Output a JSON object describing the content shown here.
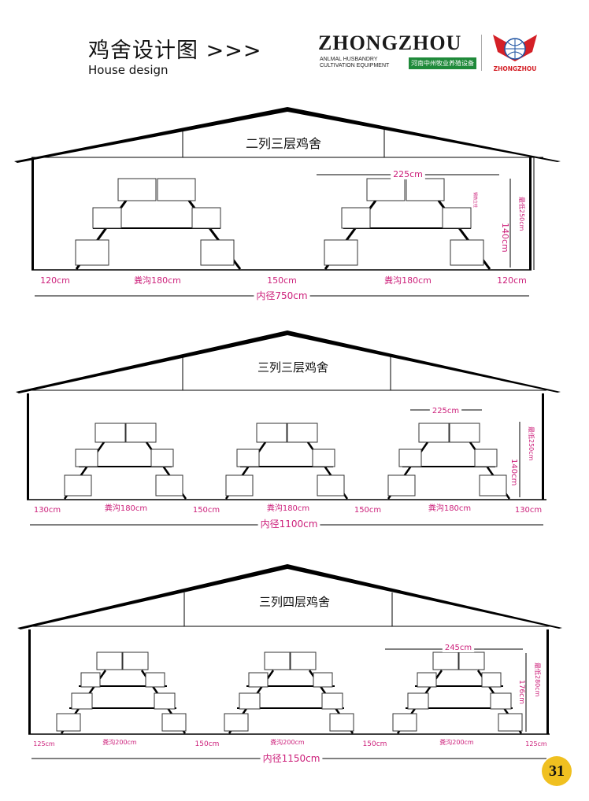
{
  "header": {
    "title": "鸡舍设计图 >>>",
    "subtitle": "House design"
  },
  "brand": {
    "name": "ZHONGZHOU",
    "line1": "ANLMAL HUSBANDRY",
    "line2": "CULTIVATION EQUIPMENT",
    "badge": "河南中州牧业养殖设备",
    "logo_text": "ZHONGZHOU"
  },
  "houses": [
    {
      "title": "二列三层鸡舍",
      "top_width": "225cm",
      "height": "140cm",
      "min_height": "最低250cm",
      "inner_note": "钢筋立柱",
      "aisle_left": "120cm",
      "ditch": [
        "粪沟180cm",
        "粪沟180cm"
      ],
      "aisle_mid": [
        "150cm"
      ],
      "aisle_right": "120cm",
      "inner_width": "内径750cm"
    },
    {
      "title": "三列三层鸡舍",
      "top_width": "225cm",
      "height": "140cm",
      "min_height": "最低250cm",
      "aisle_left": "130cm",
      "ditch": [
        "粪沟180cm",
        "粪沟180cm",
        "粪沟180cm"
      ],
      "aisle_mid": [
        "150cm",
        "150cm"
      ],
      "aisle_right": "130cm",
      "inner_width": "内径1100cm"
    },
    {
      "title": "三列四层鸡舍",
      "top_width": "245cm",
      "height": "176cm",
      "min_height": "最低280cm",
      "aisle_left": "125cm",
      "ditch": [
        "粪沟200cm",
        "粪沟200cm",
        "粪沟200cm"
      ],
      "aisle_mid": [
        "150cm",
        "150cm"
      ],
      "aisle_right": "125cm",
      "inner_width": "内径1150cm"
    }
  ],
  "page_number": "31",
  "colors": {
    "accent": "#cc1f7a",
    "badge": "#1f8a3a",
    "logo": "#d42027",
    "page_badge": "#f0c020"
  }
}
